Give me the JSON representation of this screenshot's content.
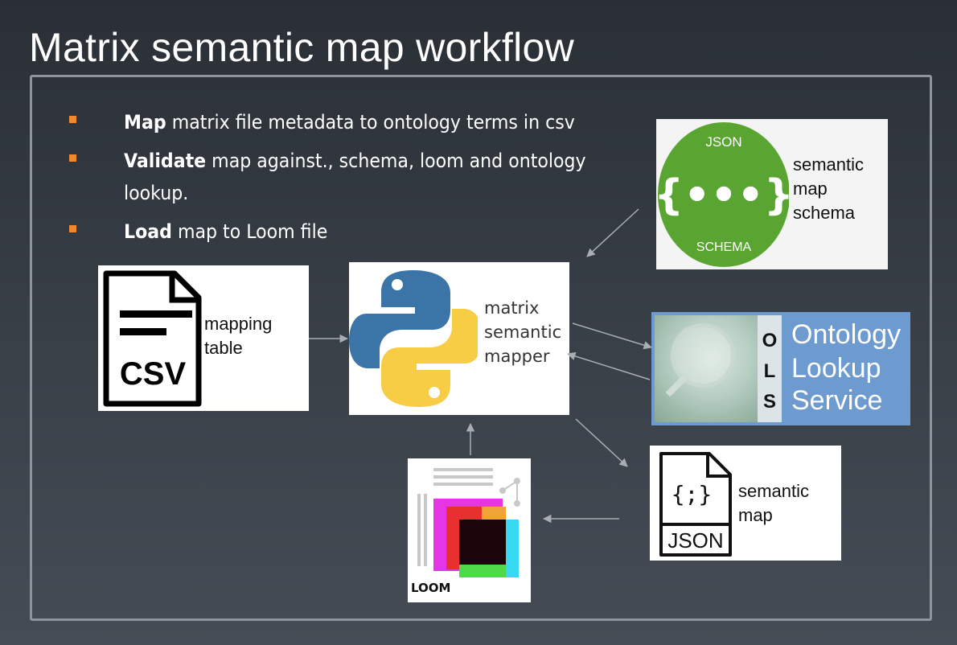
{
  "title": "Matrix semantic map workflow",
  "bullets": [
    {
      "bold": "Map",
      "rest": " matrix file metadata to ontology terms in csv"
    },
    {
      "bold": "Validate",
      "rest": " map against., schema, loom and ontology lookup."
    },
    {
      "bold": "Load",
      "rest": " map to Loom file"
    }
  ],
  "nodes": {
    "csv": {
      "icon_text": "CSV",
      "label_1": "mapping",
      "label_2": "table"
    },
    "mapper": {
      "label_1": "matrix",
      "label_2": "semantic",
      "label_3": "mapper"
    },
    "schema": {
      "badge_top": "JSON",
      "badge_mid": "{•••}",
      "badge_bottom": "SCHEMA",
      "label_1": "semantic",
      "label_2": "map",
      "label_3": "schema"
    },
    "ols": {
      "l1": "O",
      "l2": "L",
      "l3": "S",
      "label_1": "Ontology",
      "label_2": "Lookup",
      "label_3": "Service"
    },
    "semantic_map": {
      "icon_code": "{;}",
      "icon_text": "JSON",
      "label_1": "semantic",
      "label_2": "map"
    },
    "loom": {
      "logo_text": "LOOM"
    }
  },
  "colors": {
    "accent": "#f0892e",
    "python_blue": "#3b75a8",
    "python_yellow": "#f7cd46",
    "schema_green": "#5aa532",
    "ols_blue": "#6d9bcf"
  }
}
